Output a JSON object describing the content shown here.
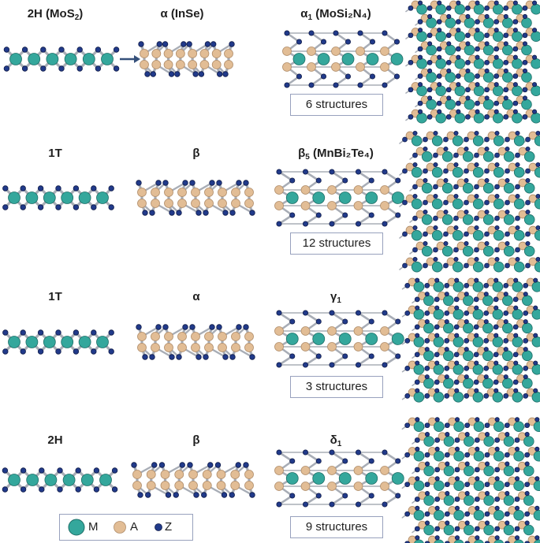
{
  "colors": {
    "M": "#34a79c",
    "A": "#e2bd95",
    "Z": "#213a8a",
    "bond": "#a8adb6",
    "box": "#98a1bd",
    "arrow": "#35507a"
  },
  "rows": [
    {
      "labels": [
        {
          "base": "2H (MoS",
          "sub": "2",
          "tail": ")"
        },
        {
          "base": "α (InSe)",
          "sub": "",
          "tail": ""
        },
        {
          "base": "α",
          "sub": "1",
          "tail": " (MoSi₂N₄)"
        }
      ],
      "count": "6 structures"
    },
    {
      "labels": [
        {
          "base": "1T",
          "sub": "",
          "tail": ""
        },
        {
          "base": "β",
          "sub": "",
          "tail": ""
        },
        {
          "base": "β",
          "sub": "5",
          "tail": " (MnBi₂Te₄)"
        }
      ],
      "count": "12 structures"
    },
    {
      "labels": [
        {
          "base": "1T",
          "sub": "",
          "tail": ""
        },
        {
          "base": "α",
          "sub": "",
          "tail": ""
        },
        {
          "base": "γ",
          "sub": "1",
          "tail": ""
        }
      ],
      "count": "3 structures"
    },
    {
      "labels": [
        {
          "base": "2H",
          "sub": "",
          "tail": ""
        },
        {
          "base": "β",
          "sub": "",
          "tail": ""
        },
        {
          "base": "δ",
          "sub": "1",
          "tail": ""
        }
      ],
      "count": "9 structures"
    }
  ],
  "legend": [
    {
      "key": "M",
      "label": "M",
      "icon": "metal-atom-icon"
    },
    {
      "key": "A",
      "label": "A",
      "icon": "a-atom-icon"
    },
    {
      "key": "Z",
      "label": "Z",
      "icon": "z-atom-icon"
    }
  ]
}
